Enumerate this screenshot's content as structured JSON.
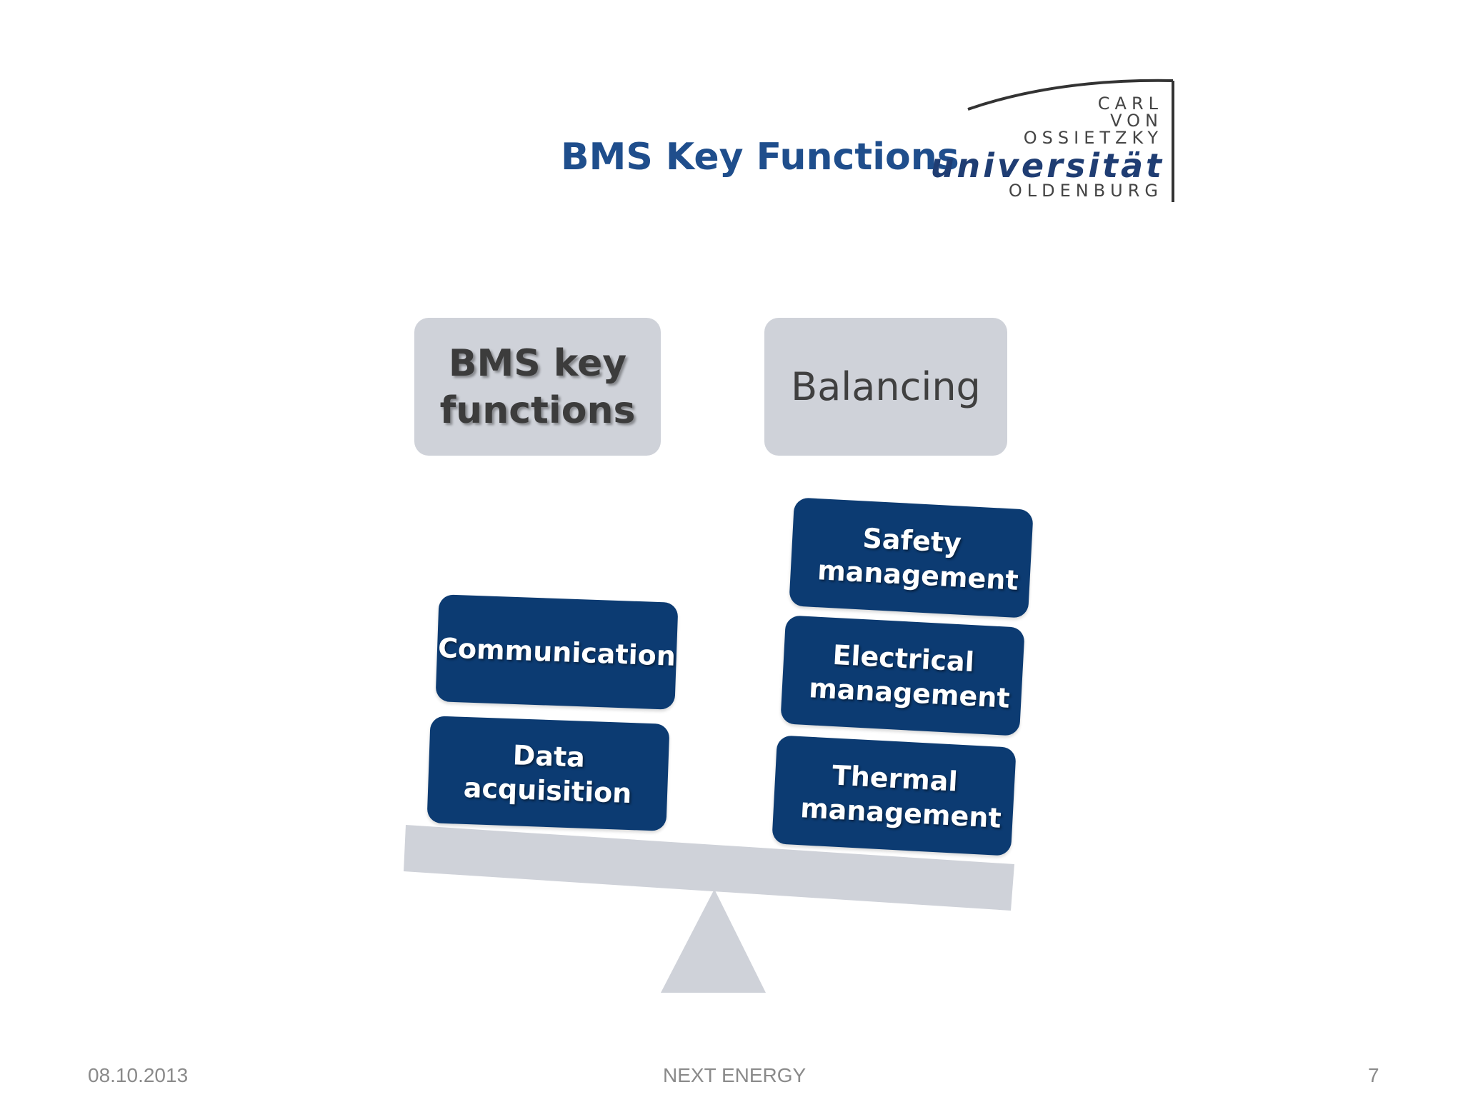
{
  "slide": {
    "title": "BMS Key Functions",
    "logo": {
      "line1": "CARL",
      "line2": "VON",
      "line3": "OSSIETZKY",
      "main": "universität",
      "line5": "OLDENBURG"
    },
    "header_left": "BMS key functions",
    "header_right": "Balancing",
    "left_stack": [
      "Communication",
      "Data acquisition"
    ],
    "right_stack": [
      "Safety management",
      "Electrical management",
      "Thermal management"
    ]
  },
  "footer": {
    "date": "08.10.2013",
    "center": "NEXT ENERGY",
    "page": "7"
  },
  "colors": {
    "title": "#1f4e8c",
    "blue_box": "#0c3b72",
    "gray_box": "#cfd2d9",
    "seesaw": "#cfd2d9"
  }
}
